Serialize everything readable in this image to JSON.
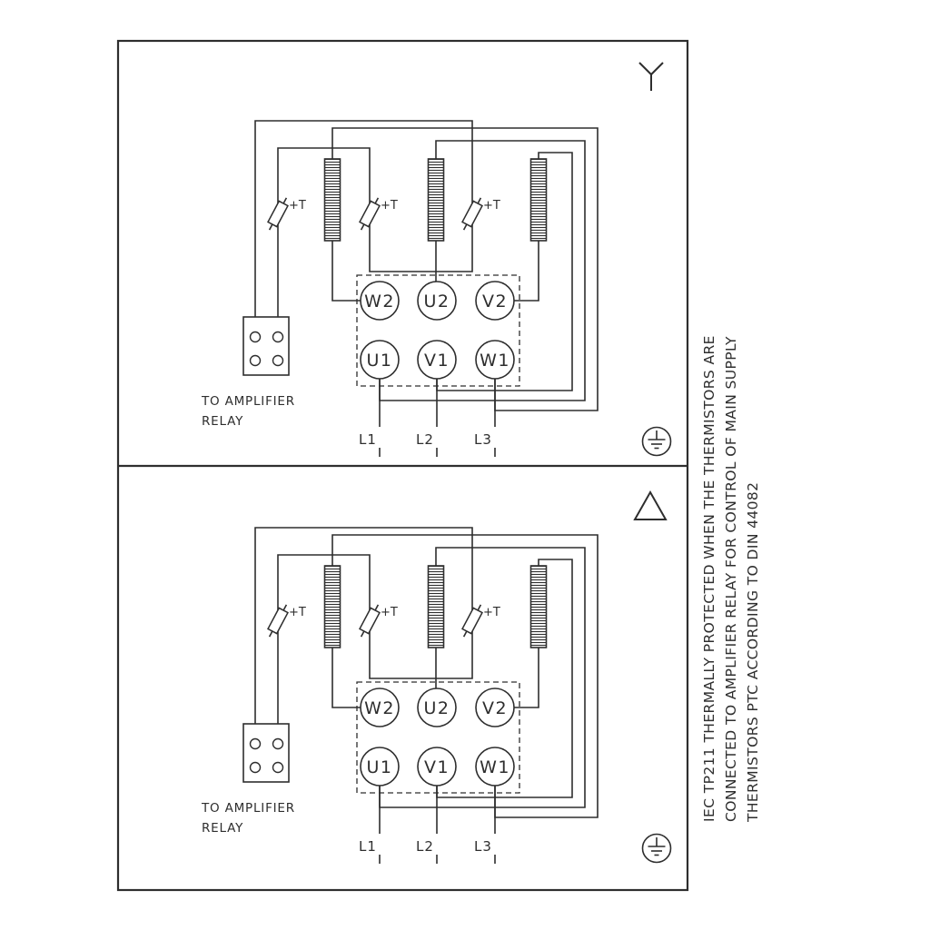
{
  "colors": {
    "stroke": "#2e2e2e",
    "background": "#ffffff"
  },
  "panels": [
    {
      "name": "star-connection-panel",
      "symbol": "star",
      "terminals_top": [
        "W2",
        "U2",
        "V2"
      ],
      "terminals_bottom": [
        "U1",
        "V1",
        "W1"
      ],
      "supply_labels": [
        "L1",
        "L2",
        "L3"
      ],
      "thermistor_label": "+T",
      "relay_caption": {
        "line1": "TO AMPLIFIER",
        "line2": "RELAY"
      }
    },
    {
      "name": "delta-connection-panel",
      "symbol": "delta",
      "terminals_top": [
        "W2",
        "U2",
        "V2"
      ],
      "terminals_bottom": [
        "U1",
        "V1",
        "W1"
      ],
      "supply_labels": [
        "L1",
        "L2",
        "L3"
      ],
      "thermistor_label": "+T",
      "relay_caption": {
        "line1": "TO AMPLIFIER",
        "line2": "RELAY"
      }
    }
  ],
  "side_note": {
    "line1": "IEC TP211 THERMALLY PROTECTED WHEN THE THERMISTORS ARE",
    "line2": "CONNECTED TO AMPLIFIER RELAY FOR CONTROL OF MAIN SUPPLY",
    "line3": "THERMISTORS PTC ACCORDING TO DIN 44082"
  },
  "icons": {
    "star": "star-connection-icon",
    "delta": "delta-connection-icon",
    "earth": "earth-ground-icon"
  }
}
